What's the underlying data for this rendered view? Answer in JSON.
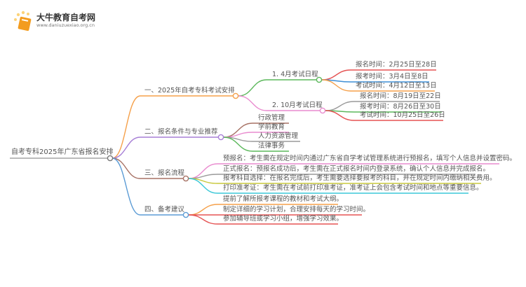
{
  "logo": {
    "name": "大牛教育自考网",
    "url": "www.daniuzuexiao.org.cn"
  },
  "root": "自考专科2025年广东省报名安排",
  "branches": [
    {
      "label": "一、2025年自考专科考试安排",
      "color": "#f5a04a",
      "subs": [
        {
          "label": "1. 4月考试日程",
          "color": "#5cb85c",
          "items": [
            "报名时间：2月25日至28日",
            "报考时间：3月4日至8日",
            "考试时间：4月12日至13日"
          ]
        },
        {
          "label": "2. 10月考试日程",
          "color": "#e98ccf",
          "items": [
            "报名时间：8月19日至22日",
            "报考时间：8月26日至30日",
            "考试时间：10月25日至26日"
          ]
        }
      ]
    },
    {
      "label": "二、报名条件与专业推荐",
      "color": "#a77fd6",
      "items": [
        "行政管理",
        "学前教育",
        "人力资源管理",
        "法律事务"
      ]
    },
    {
      "label": "三、报名流程",
      "color": "#a77265",
      "items": [
        "预报名：考生需在规定时间内通过广东省自学考试管理系统进行预报名，填写个人信息并设置密码。",
        "正式报名：预报名成功后，考生需在正式报名时间内登录系统，确认个人信息并完成报名。",
        "报考科目选择：在报名完成后，考生需要选择要报考的科目，并在规定时间内缴纳相关费用。",
        "打印准考证：考生需在考试前打印准考证，准考证上会包含考试时间和地点等重要信息。"
      ]
    },
    {
      "label": "四、备考建议",
      "color": "#5b9bd5",
      "items": [
        "提前了解所报考课程的教材和考试大纲。",
        "制定详细的学习计划，合理安排每天的学习时间。",
        "参加辅导班或学习小组，增强学习效果。"
      ]
    }
  ]
}
